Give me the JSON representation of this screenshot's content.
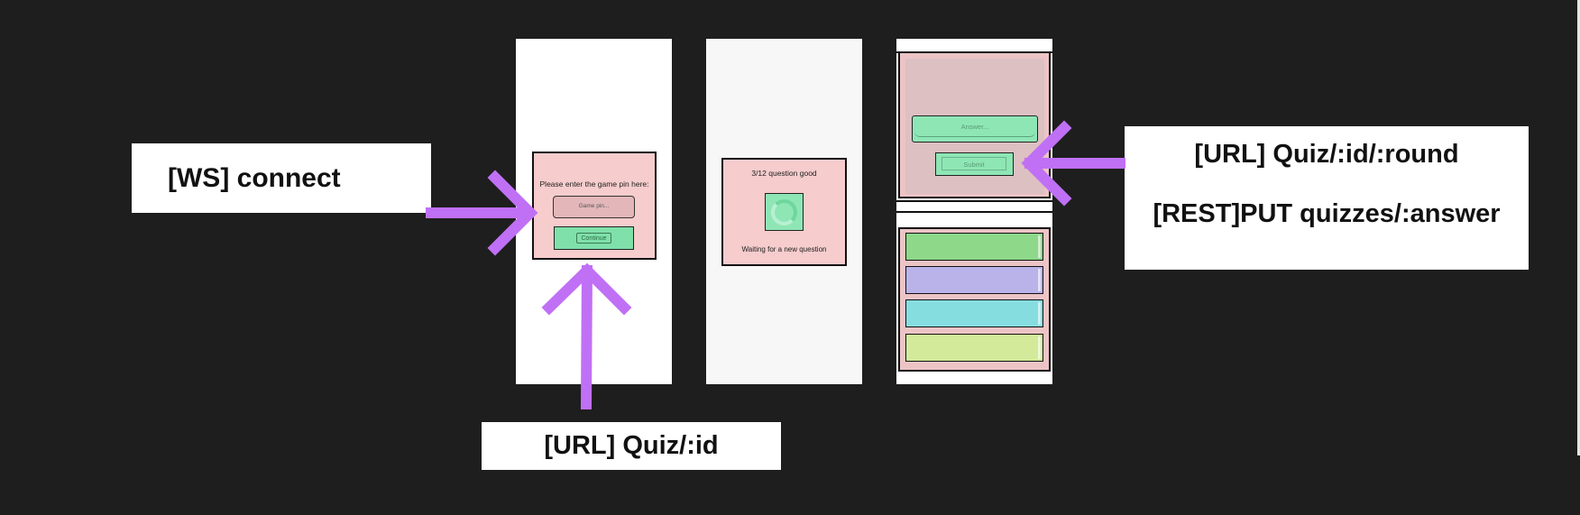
{
  "labels": {
    "ws_connect": "[WS] connect",
    "url_quiz_id": "[URL] Quiz/:id",
    "url_quiz_round": "[URL] Quiz/:id/:round",
    "rest_put_answer": "[REST]PUT quizzes/:answer"
  },
  "screen_pin": {
    "title": "Please enter the game pin here:",
    "input_placeholder": "Game pin...",
    "continue_label": "Continue"
  },
  "screen_wait": {
    "progress": "3/12 question good",
    "waiting": "Waiting for a new question"
  },
  "screen_answer": {
    "answer_placeholder": "Answer...",
    "submit_label": "Submit",
    "option_colors": [
      "#8ed88a",
      "#b9b3ea",
      "#86dde0",
      "#d2ea9a"
    ]
  },
  "colors": {
    "arrow": "#c070f5",
    "background": "#1e1e1e",
    "card": "#f6cccd",
    "button": "#8ee6b5"
  }
}
